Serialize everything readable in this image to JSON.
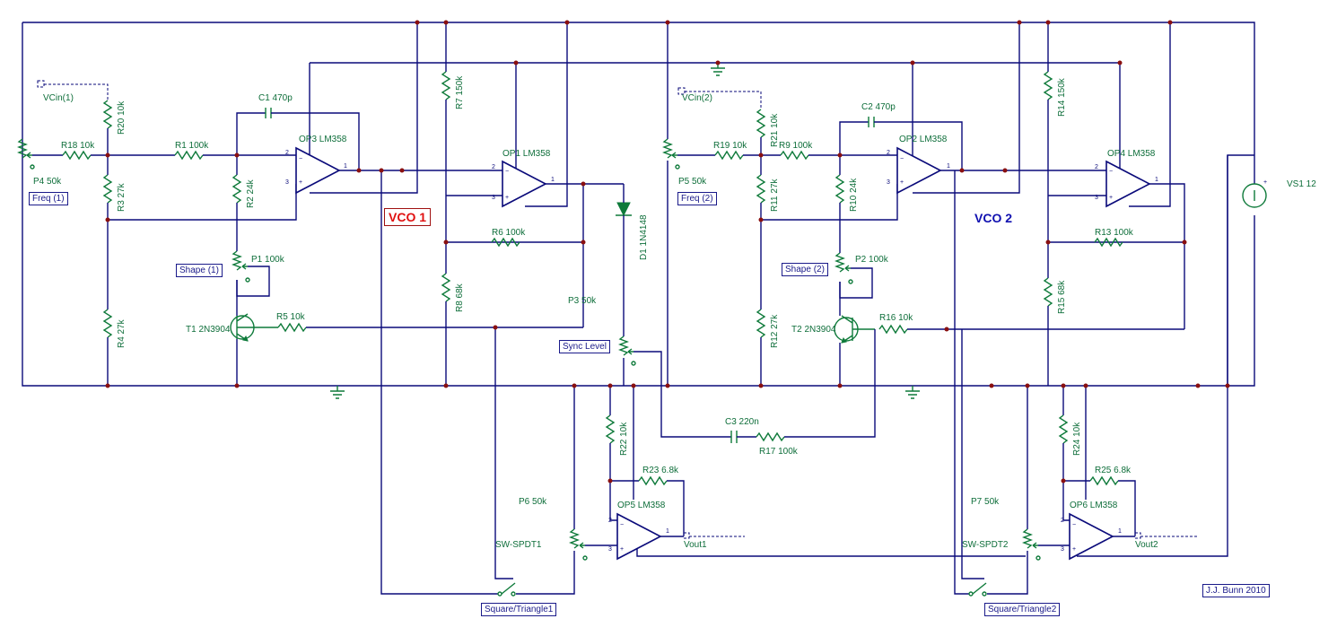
{
  "colors": {
    "wire": "#0a0a7a",
    "component": "#0e7a3a",
    "vco1_label": "#e01010",
    "vco2_label": "#1010b0",
    "junction": "#8a1010"
  },
  "sections": {
    "vco1": "VCO 1",
    "vco2": "VCO 2"
  },
  "boxed_labels": {
    "freq1": "Freq (1)",
    "freq2": "Freq (2)",
    "shape1": "Shape (1)",
    "shape2": "Shape (2)",
    "sync_level": "Sync Level",
    "square_triangle1": "Square/Triangle1",
    "square_triangle2": "Square/Triangle2",
    "credit": "J.J. Bunn 2010"
  },
  "components": {
    "vcin1": "VCin(1)",
    "vcin2": "VCin(2)",
    "p4": "P4 50k",
    "p5": "P5 50k",
    "p1": "P1 100k",
    "p2": "P2 100k",
    "p3": "P3 50k",
    "p6": "P6 50k",
    "p7": "P7 50k",
    "r18": "R18 10k",
    "r20": "R20 10k",
    "r3": "R3 27k",
    "r4": "R4 27k",
    "r1": "R1 100k",
    "r2": "R2 24k",
    "c1": "C1 470p",
    "op3": "OP3 LM358",
    "r7": "R7 150k",
    "r8": "R8 68k",
    "op1": "OP1 LM358",
    "r6": "R6 100k",
    "t1": "T1 2N3904",
    "r5": "R5 10k",
    "d1": "D1 1N4148",
    "r19": "R19 10k",
    "r21": "R21 10k",
    "r11": "R11 27k",
    "r12": "R12 27k",
    "r9": "R9 100k",
    "r10": "R10 24k",
    "c2": "C2 470p",
    "op2": "OP2 LM358",
    "r14": "R14 150k",
    "r15": "R15 68k",
    "op4": "OP4 LM358",
    "r13": "R13 100k",
    "t2": "T2 2N3904",
    "r16": "R16 10k",
    "vs1": "VS1 12",
    "c3": "C3 220n",
    "r17": "R17 100k",
    "r22": "R22 10k",
    "r23": "R23 6.8k",
    "op5": "OP5 LM358",
    "vout1": "Vout1",
    "sw1": "SW-SPDT1",
    "r24": "R24 10k",
    "r25": "R25 6.8k",
    "op6": "OP6 LM358",
    "vout2": "Vout2",
    "sw2": "SW-SPDT2"
  },
  "pins": {
    "one": "1",
    "two": "2",
    "three": "3",
    "plus": "+",
    "minus": "−"
  }
}
